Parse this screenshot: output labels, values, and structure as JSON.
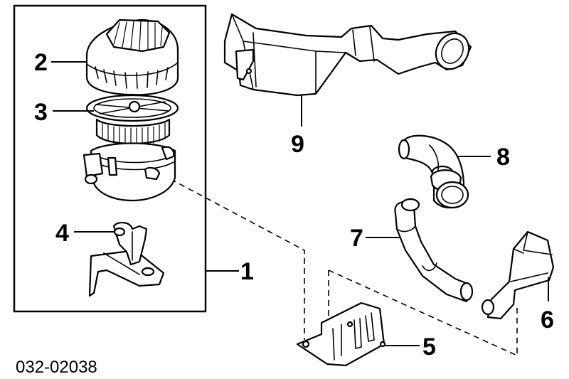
{
  "document_id": "032-02038",
  "callouts": {
    "c1": "1",
    "c2": "2",
    "c3": "3",
    "c4": "4",
    "c5": "5",
    "c6": "6",
    "c7": "7",
    "c8": "8",
    "c9": "9"
  }
}
